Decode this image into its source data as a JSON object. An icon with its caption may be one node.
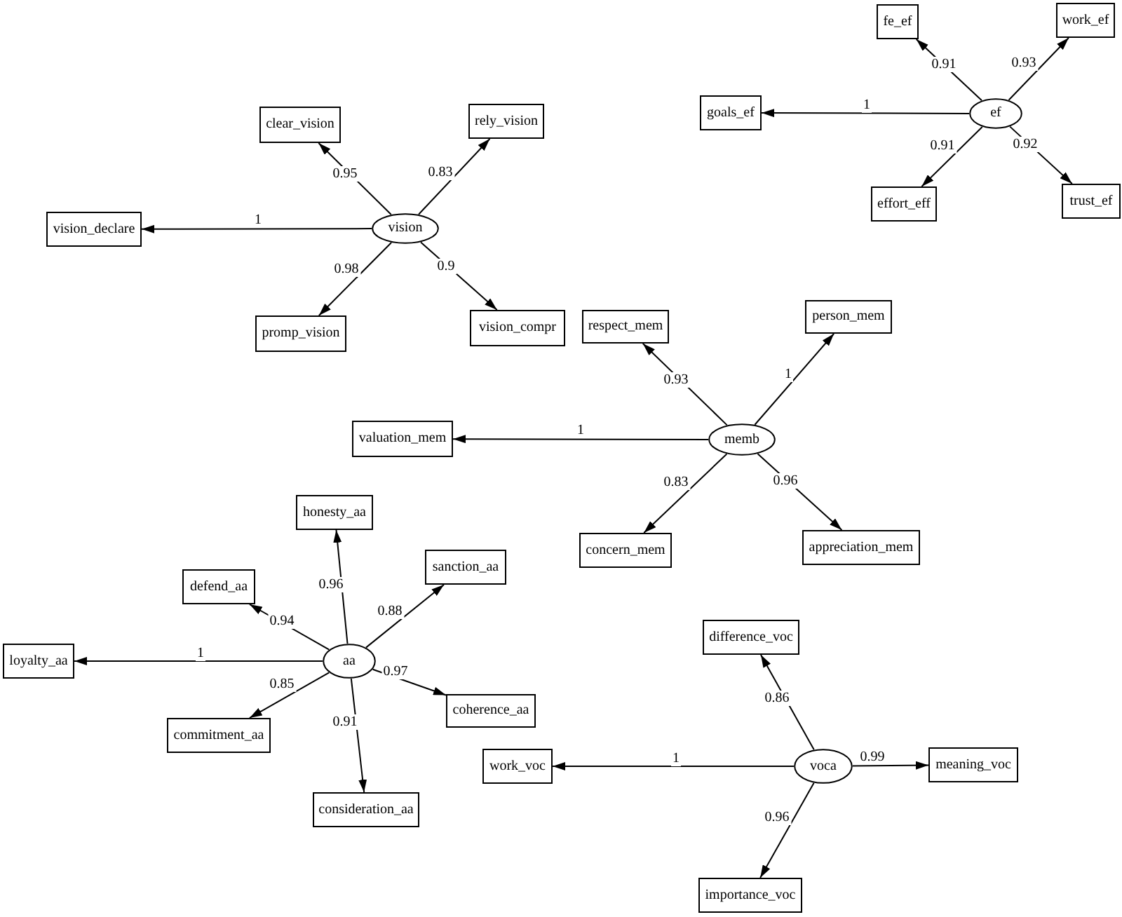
{
  "diagram": {
    "nodes": [
      {
        "text": [
          "vision"
        ]
      },
      {
        "text": [
          "clear_vision"
        ]
      },
      {
        "text": [
          "rely_vision"
        ]
      },
      {
        "text": [
          "vision_declare"
        ]
      },
      {
        "text": [
          "promp_vision"
        ]
      },
      {
        "text": [
          "vision_compr"
        ]
      },
      {
        "text": [
          "ef"
        ]
      },
      {
        "text": [
          "fe_ef"
        ]
      },
      {
        "text": [
          "work_ef"
        ]
      },
      {
        "text": [
          "goals_ef"
        ]
      },
      {
        "text": [
          "effort_eff"
        ]
      },
      {
        "text": [
          "trust_ef"
        ]
      },
      {
        "text": [
          "memb"
        ]
      },
      {
        "text": [
          "respect_mem"
        ]
      },
      {
        "text": [
          "person_mem"
        ]
      },
      {
        "text": [
          "valuation_mem"
        ]
      },
      {
        "text": [
          "concern_mem"
        ]
      },
      {
        "text": [
          "appreciation_mem"
        ]
      },
      {
        "text": [
          "aa"
        ]
      },
      {
        "text": [
          "honesty_aa"
        ]
      },
      {
        "text": [
          "defend_aa"
        ]
      },
      {
        "text": [
          "sanction_aa"
        ]
      },
      {
        "text": [
          "loyalty_aa"
        ]
      },
      {
        "text": [
          "commitment_aa"
        ]
      },
      {
        "text": [
          "coherence_aa"
        ]
      },
      {
        "text": [
          "consideration_aa"
        ]
      },
      {
        "text": [
          "voca"
        ]
      },
      {
        "text": [
          "difference_voc"
        ]
      },
      {
        "text": [
          "work_voc"
        ]
      },
      {
        "text": [
          "meaning_voc"
        ]
      },
      {
        "text": [
          "importance_voc"
        ]
      }
    ],
    "edges": [
      {
        "from": 0,
        "to": 1,
        "arrow": "to",
        "label": "0.95"
      },
      {
        "from": 0,
        "to": 2,
        "arrow": "to",
        "label": "0.83"
      },
      {
        "from": 0,
        "to": 3,
        "arrow": "to",
        "label": "1"
      },
      {
        "from": 0,
        "to": 4,
        "arrow": "to",
        "label": "0.98"
      },
      {
        "from": 0,
        "to": 5,
        "arrow": "to",
        "label": "0.9"
      },
      {
        "from": 6,
        "to": 7,
        "arrow": "to",
        "label": "0.91"
      },
      {
        "from": 6,
        "to": 8,
        "arrow": "to",
        "label": "0.93"
      },
      {
        "from": 6,
        "to": 9,
        "arrow": "to",
        "label": "1"
      },
      {
        "from": 6,
        "to": 10,
        "arrow": "to",
        "label": "0.91"
      },
      {
        "from": 6,
        "to": 11,
        "arrow": "to",
        "label": "0.92"
      },
      {
        "from": 12,
        "to": 13,
        "arrow": "to",
        "label": "0.93"
      },
      {
        "from": 12,
        "to": 14,
        "arrow": "to",
        "label": "1"
      },
      {
        "from": 12,
        "to": 15,
        "arrow": "to",
        "label": "1"
      },
      {
        "from": 12,
        "to": 16,
        "arrow": "to",
        "label": "0.83"
      },
      {
        "from": 12,
        "to": 17,
        "arrow": "to",
        "label": "0.96"
      },
      {
        "from": 18,
        "to": 19,
        "arrow": "to",
        "label": "0.96"
      },
      {
        "from": 18,
        "to": 20,
        "arrow": "to",
        "label": "0.94"
      },
      {
        "from": 18,
        "to": 21,
        "arrow": "to",
        "label": "0.88"
      },
      {
        "from": 18,
        "to": 22,
        "arrow": "to",
        "label": "1"
      },
      {
        "from": 18,
        "to": 23,
        "arrow": "to",
        "label": "0.85"
      },
      {
        "from": 18,
        "to": 24,
        "arrow": "to",
        "label": "0.97"
      },
      {
        "from": 18,
        "to": 25,
        "arrow": "to",
        "label": "0.91"
      },
      {
        "from": 26,
        "to": 27,
        "arrow": "to",
        "label": "0.86"
      },
      {
        "from": 26,
        "to": 28,
        "arrow": "to",
        "label": "1"
      },
      {
        "from": 26,
        "to": 29,
        "arrow": "to",
        "label": "0.99"
      },
      {
        "from": 26,
        "to": 30,
        "arrow": "to",
        "label": "0.96"
      }
    ]
  }
}
